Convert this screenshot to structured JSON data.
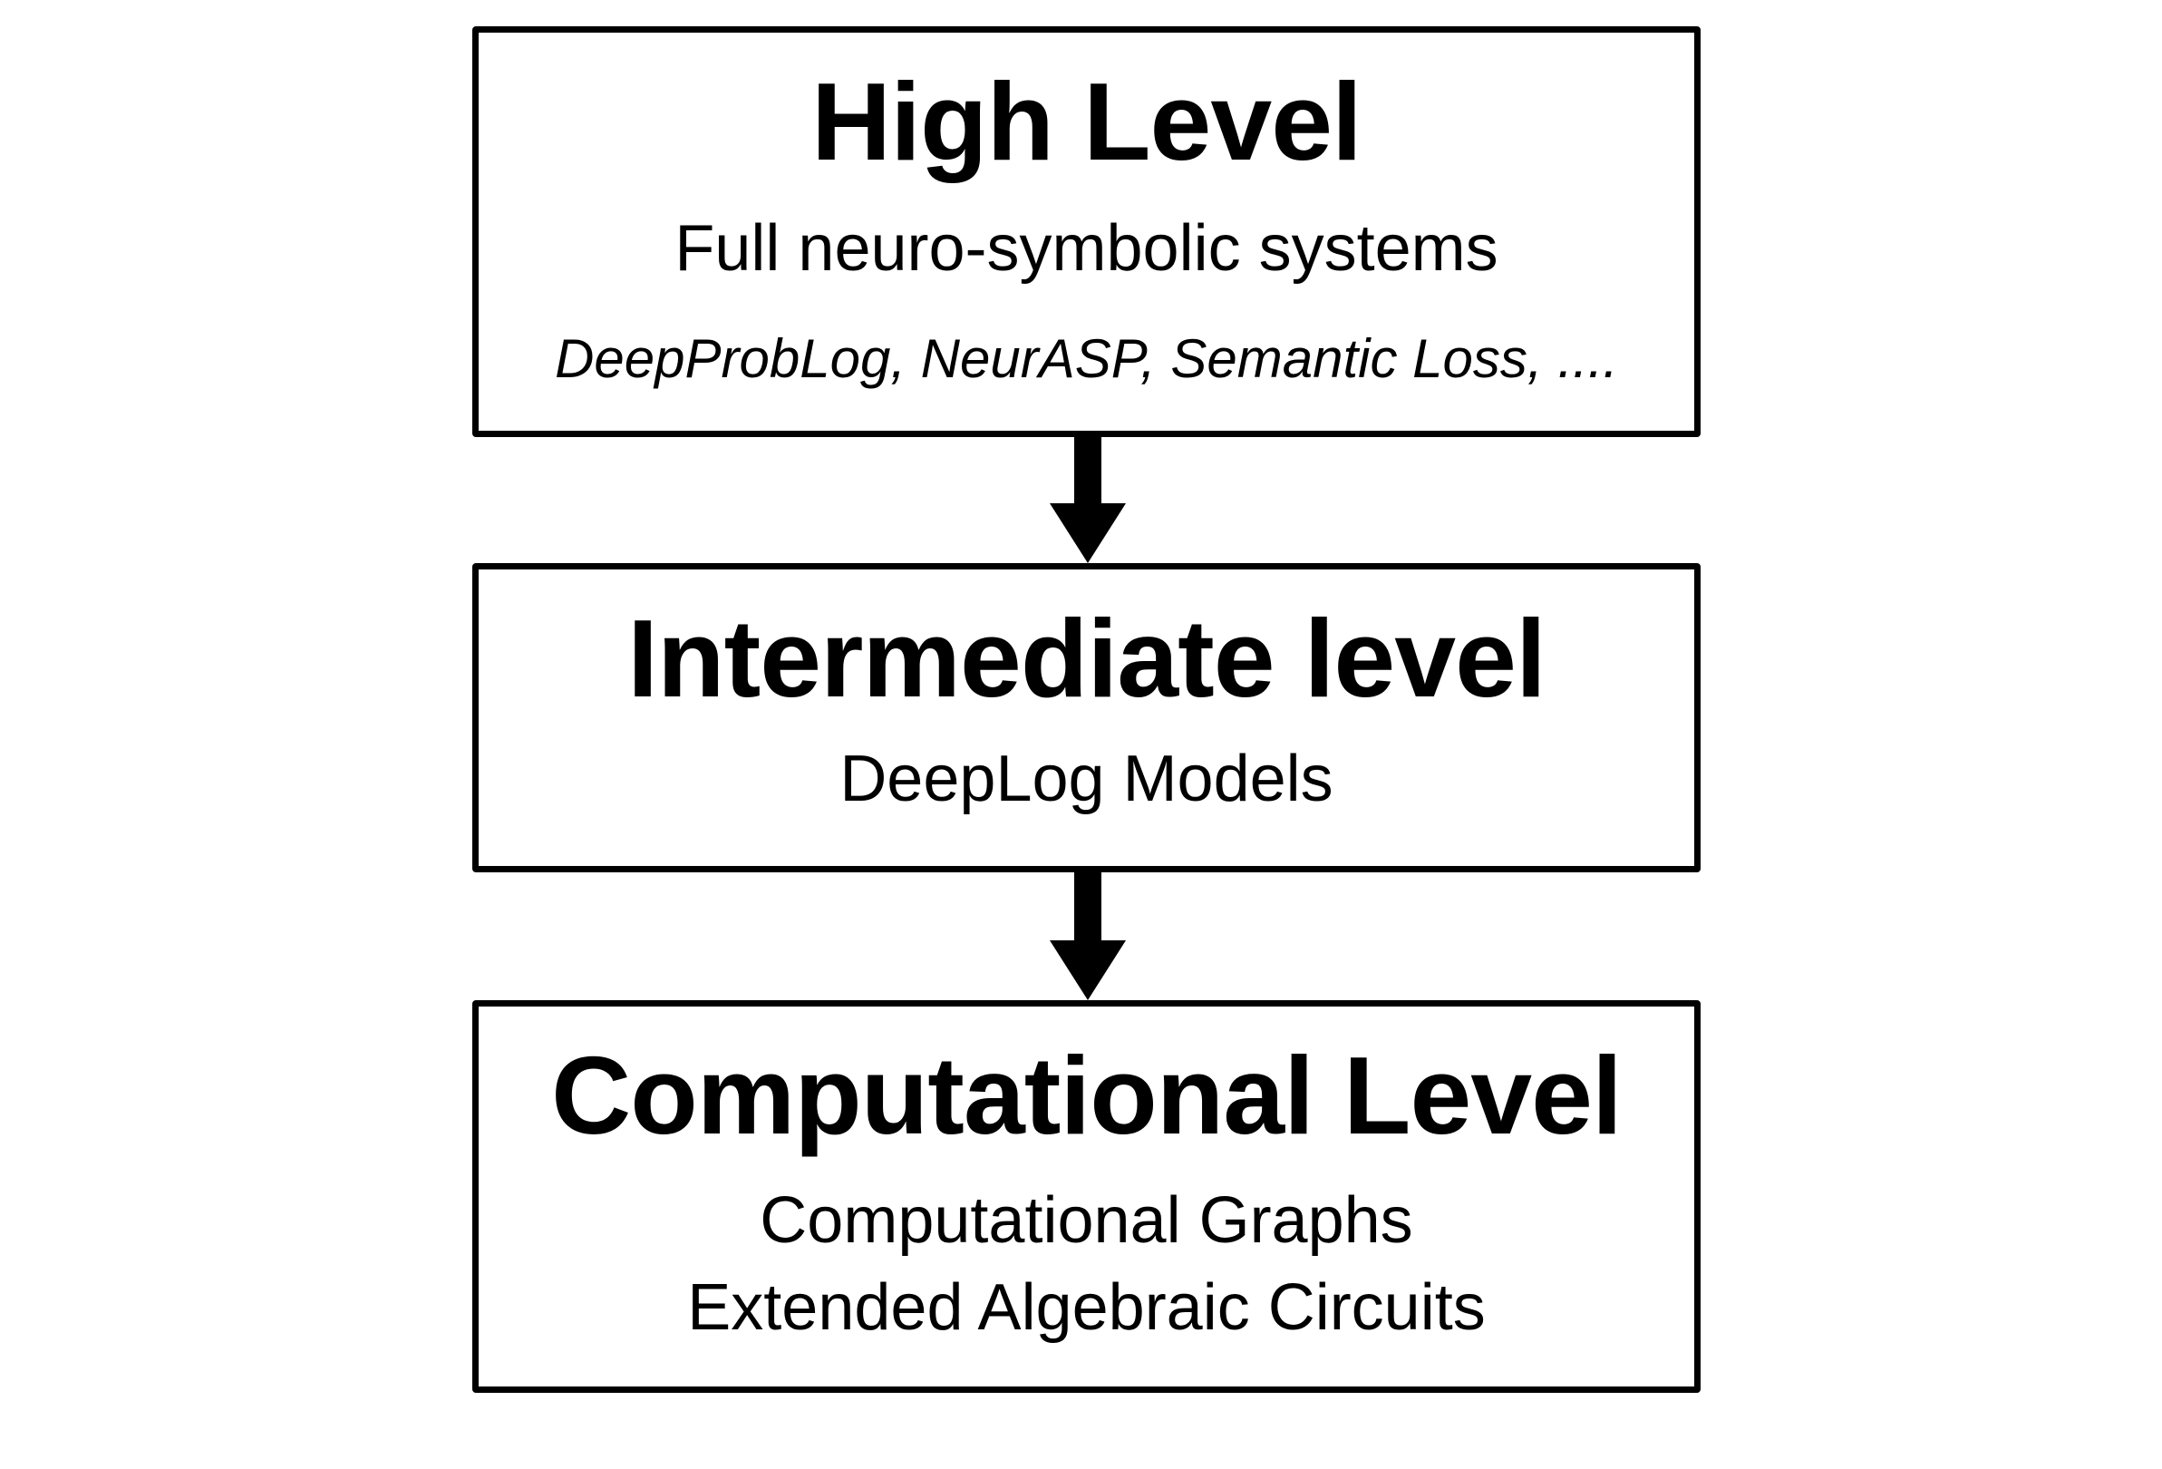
{
  "levels": [
    {
      "title": "High Level",
      "subtitle": "Full neuro-symbolic systems",
      "examples": "DeepProbLog, NeurASP, Semantic Loss, ...."
    },
    {
      "title": "Intermediate level",
      "subtitle": "DeepLog Models"
    },
    {
      "title": "Computational Level",
      "lines": [
        "Computational Graphs",
        "Extended Algebraic Circuits"
      ]
    }
  ],
  "colors": {
    "stroke": "#000000",
    "background": "#ffffff"
  }
}
